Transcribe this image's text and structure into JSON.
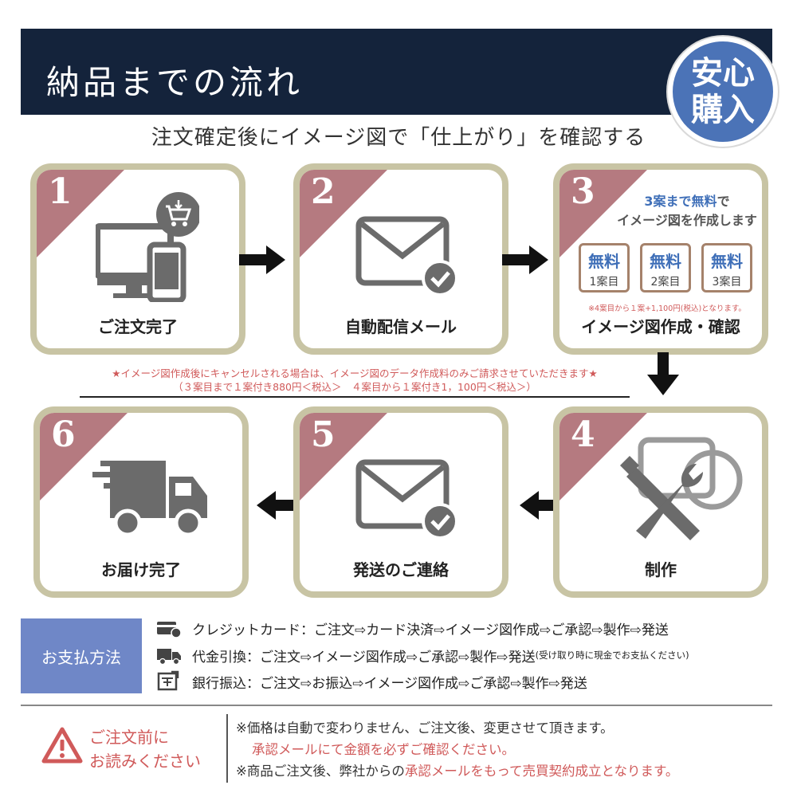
{
  "header": {
    "title": "納品までの流れ",
    "badge_line1": "安心",
    "badge_line2": "購入"
  },
  "subtitle": "注文確定後にイメージ図で「仕上がり」を確認する",
  "steps": [
    {
      "num": "1",
      "label": "ご注文完了",
      "icon": "computer-phone-cart-icon"
    },
    {
      "num": "2",
      "label": "自動配信メール",
      "icon": "mail-check-icon"
    },
    {
      "num": "3",
      "label": "イメージ図作成・確認",
      "icon": "free-drafts"
    },
    {
      "num": "4",
      "label": "制作",
      "icon": "tools-icon"
    },
    {
      "num": "5",
      "label": "発送のご連絡",
      "icon": "mail-check-icon"
    },
    {
      "num": "6",
      "label": "お届け完了",
      "icon": "truck-icon"
    }
  ],
  "step3": {
    "headline_blue": "3案まで無料",
    "headline_rest": "で",
    "headline_line2": "イメージ図を作成します",
    "boxes": [
      {
        "top": "無料",
        "bottom": "1案目"
      },
      {
        "top": "無料",
        "bottom": "2案目"
      },
      {
        "top": "無料",
        "bottom": "3案目"
      }
    ],
    "note": "※4案目から１案+1,100円(税込)となります。"
  },
  "cancel_note": {
    "line1": "★イメージ図作成後にキャンセルされる場合は、イメージ図のデータ作成料のみご請求させていただきます★",
    "line2": "（３案目まで１案付き880円＜税込＞　４案目から１案付き1，100円＜税込＞）"
  },
  "payment": {
    "label": "お支払方法",
    "rows": [
      {
        "icon": "credit-card-icon",
        "text": "クレジットカード：ご注文⇨カード決済⇨イメージ図作成⇨ご承認⇨製作⇨発送",
        "small": ""
      },
      {
        "icon": "cod-truck-icon",
        "text": "代金引換：ご注文⇨イメージ図作成⇨ご承認⇨製作⇨発送",
        "small": "(受け取り時に現金でお支払ください)"
      },
      {
        "icon": "bank-transfer-icon",
        "text": "銀行振込：ご注文⇨お振込⇨イメージ図作成⇨ご承認⇨製作⇨発送",
        "small": ""
      }
    ]
  },
  "notice": {
    "title_line1": "ご注文前に",
    "title_line2": "お読みください",
    "note1": "※価格は自動で変わりません、ご注文後、変更させて頂きます。",
    "note2": "承認メールにて金額を必ずご確認ください。",
    "note3_a": "※商品ご注文後、弊社からの",
    "note3_b": "承認メールをもって売買契約成立となります。"
  },
  "colors": {
    "navy": "#14233b",
    "accent_blue": "#4b73b7",
    "frame": "#c8c4a4",
    "corner": "#b57a80",
    "red": "#d05a5a",
    "pay_blue": "#6f87c7"
  }
}
